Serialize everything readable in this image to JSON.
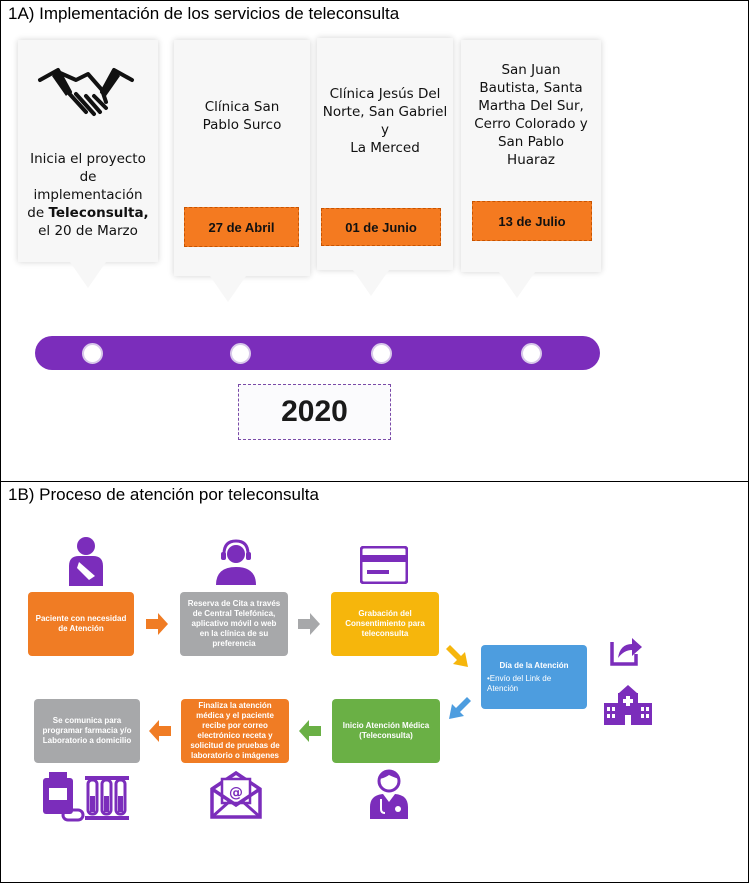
{
  "panel_a": {
    "title": "1A) Implementación de los servicios de teleconsulta",
    "card1": {
      "line1": "Inicia el proyecto",
      "line2": "de",
      "line3": "implementación",
      "line4_pre": "de ",
      "line4_bold": "Teleconsulta,",
      "line5": "el 20 de Marzo"
    },
    "card2": {
      "text_l1": "Clínica San",
      "text_l2": "Pablo Surco",
      "date": "27 de Abril"
    },
    "card3": {
      "text_l1": "Clínica Jesús Del",
      "text_l2": "Norte, San Gabriel y",
      "text_l3": "La Merced",
      "date": "01 de Junio"
    },
    "card4": {
      "text_l1": "San Juan",
      "text_l2": "Bautista, Santa",
      "text_l3": "Martha Del Sur,",
      "text_l4": "Cerro Colorado y",
      "text_l5": "San Pablo",
      "text_l6": "Huaraz",
      "date": "13 de Julio"
    },
    "year": "2020"
  },
  "panel_b": {
    "title": "1B) Proceso de atención por teleconsulta",
    "step1": "Paciente con necesidad de Atención",
    "step2": "Reserva de Cita a través de Central Telefónica, aplicativo móvil o web en la clínica de su preferencia",
    "step3": "Grabación del Consentimiento para teleconsulta",
    "step4_title": "Día de la Atención",
    "step4_bullet": "•Envío del Link de Atención",
    "step5": "Inicio Atención Médica (Teleconsulta)",
    "step6": "Finaliza la atención médica y el paciente recibe por correo electrónico receta y solicitud de pruebas de laboratorio o imágenes",
    "step7": "Se comunica para programar farmacia y/o Laboratorio a domicilio"
  },
  "colors": {
    "orange": "#f07c24",
    "purple": "#7b2dbb",
    "gray": "#a7a8aa",
    "yellow": "#f6b60c",
    "blue": "#4d9ddf",
    "green": "#6ab045"
  },
  "icons": [
    "handshake-icon",
    "patient-icon",
    "call-center-icon",
    "credit-card-icon",
    "share-icon",
    "hospital-icon",
    "doctor-icon",
    "email-icon",
    "pharmacy-lab-icon"
  ]
}
